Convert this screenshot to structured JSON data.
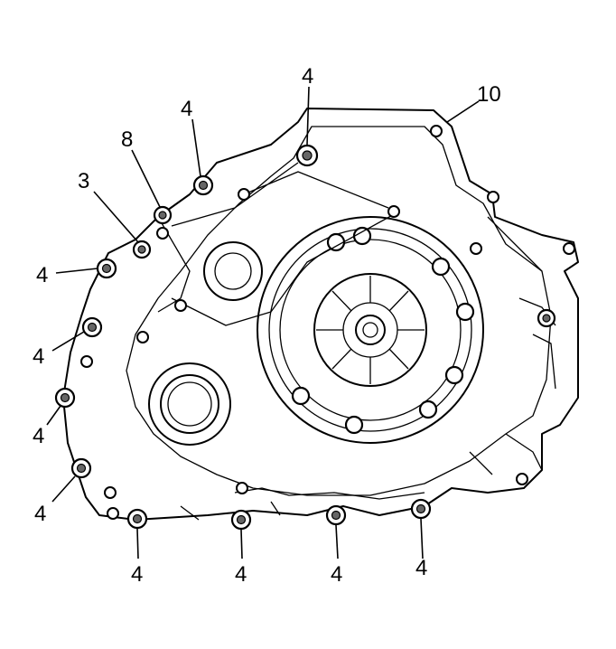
{
  "callouts": {
    "c_4_top": "4",
    "c_10": "10",
    "c_4_upper": "4",
    "c_8": "8",
    "c_3": "3",
    "c_4_left1": "4",
    "c_4_left2": "4",
    "c_4_left3": "4",
    "c_4_left4": "4",
    "c_4_bottom1": "4",
    "c_4_bottom2": "4",
    "c_4_bottom3": "4",
    "c_4_bottom4": "4"
  }
}
